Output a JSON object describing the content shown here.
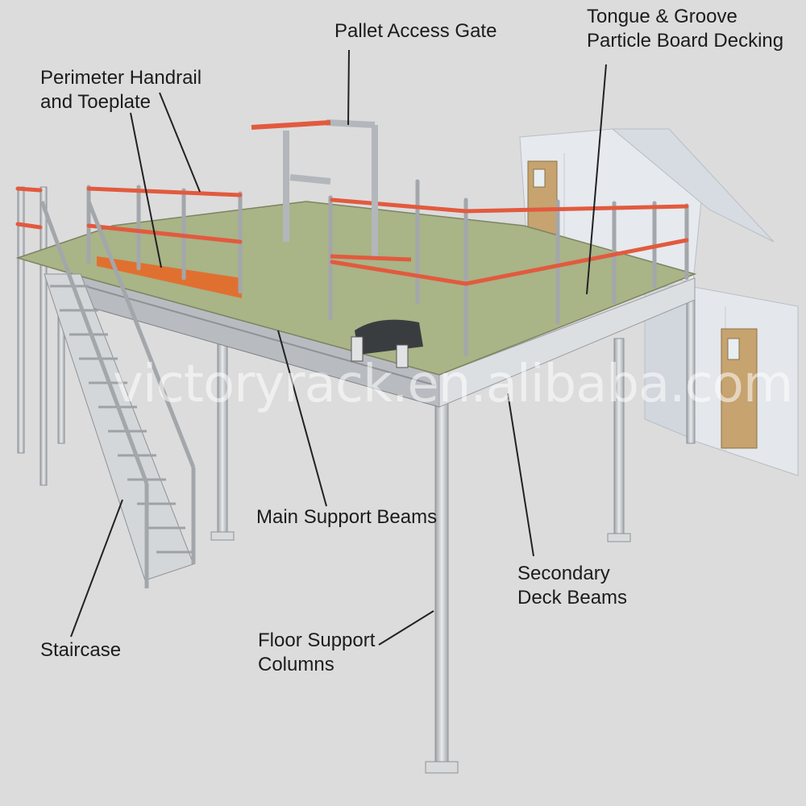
{
  "labels": {
    "pallet_gate": "Pallet Access Gate",
    "decking_1": "Tongue & Groove",
    "decking_2": "Particle Board Decking",
    "handrail_1": "Perimeter Handrail",
    "handrail_2": "and Toeplate",
    "main_beams": "Main Support Beams",
    "secondary_1": "Secondary",
    "secondary_2": "Deck Beams",
    "staircase": "Staircase",
    "columns_1": "Floor Support",
    "columns_2": "Columns"
  },
  "watermark": "victoryrack.en.alibaba.com",
  "colors": {
    "background": "#dcdcdc",
    "deck": "#a9b487",
    "handrail": "#e25a3e",
    "toeplate": "#e07030",
    "steel": "#c9cccf",
    "wall": "#e3e6ec",
    "door": "#c6a36f"
  }
}
